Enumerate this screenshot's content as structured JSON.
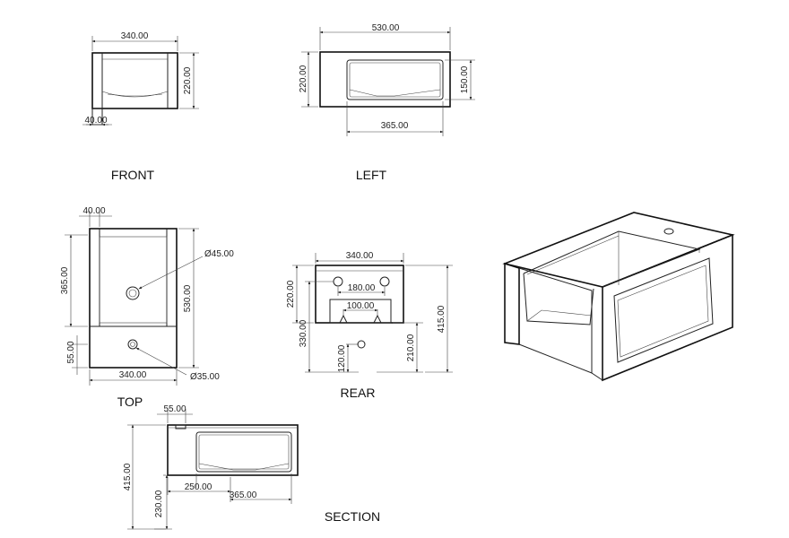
{
  "views": {
    "front": {
      "title": "FRONT",
      "width": "340.00",
      "height": "220.00",
      "leg": "40.00"
    },
    "left": {
      "title": "LEFT",
      "width": "530.00",
      "height": "220.00",
      "inner_height": "150.00",
      "inner_width": "365.00"
    },
    "top": {
      "title": "TOP",
      "leg": "40.00",
      "depth_inner": "365.00",
      "depth": "530.00",
      "hole_large": "Ø45.00",
      "hole_small": "Ø35.00",
      "offset": "55.00",
      "width": "340.00"
    },
    "rear": {
      "title": "REAR",
      "width": "340.00",
      "hole_spacing": "180.00",
      "bracket_spacing": "100.00",
      "height": "220.00",
      "total_height": "415.00",
      "drain_height": "330.00",
      "bracket_height": "210.00",
      "drain_offset": "120.00"
    },
    "section": {
      "title": "SECTION",
      "offset": "55.00",
      "height": "415.00",
      "lower_height": "230.00",
      "inner_offset": "250.00",
      "inner_width": "365.00"
    }
  }
}
